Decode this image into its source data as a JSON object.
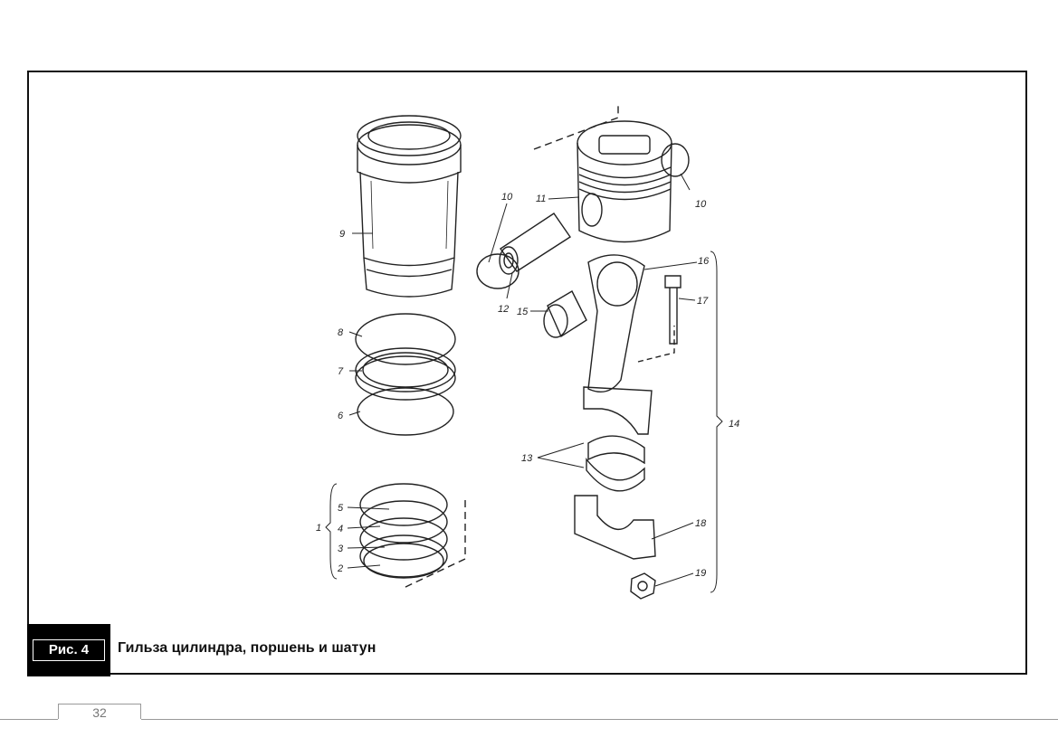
{
  "figure": {
    "tag": "Рис. 4",
    "caption": "Гильза цилиндра, поршень и шатун"
  },
  "callouts": {
    "c1": "1",
    "c2": "2",
    "c3": "3",
    "c4": "4",
    "c5": "5",
    "c6": "6",
    "c7": "7",
    "c8": "8",
    "c9": "9",
    "c10a": "10",
    "c10b": "10",
    "c11": "11",
    "c12": "12",
    "c13": "13",
    "c14": "14",
    "c15": "15",
    "c16": "16",
    "c17": "17",
    "c18": "18",
    "c19": "19"
  },
  "footer": {
    "page_number": "32"
  }
}
